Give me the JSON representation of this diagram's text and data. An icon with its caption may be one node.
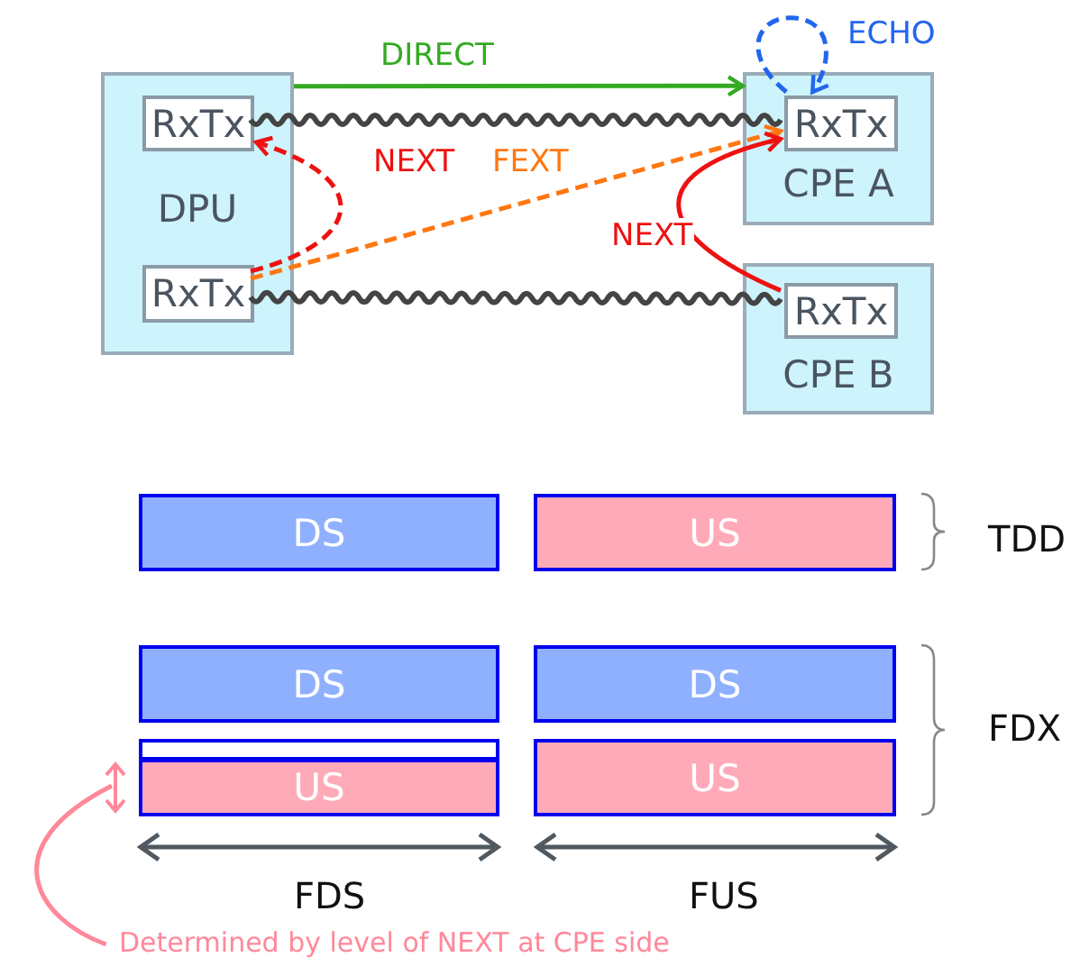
{
  "diagram": {
    "nodes": [
      {
        "text": [
          "DPU"
        ]
      },
      {
        "text": [
          "RxTx"
        ],
        "in": 0
      },
      {
        "text": [
          "RxTx"
        ],
        "in": 0
      },
      {
        "text": [
          "CPE A"
        ]
      },
      {
        "text": [
          "RxTx"
        ],
        "in": 3
      },
      {
        "text": [
          "CPE B"
        ]
      },
      {
        "text": [
          "RxTx"
        ],
        "in": 5
      },
      {
        "text": [
          "DS"
        ]
      },
      {
        "text": [
          "US"
        ]
      },
      {
        "text": [
          "DS"
        ]
      },
      {
        "text": [
          "DS"
        ]
      },
      {
        "text": [],
        "shape": "box"
      },
      {
        "text": [
          "US"
        ]
      },
      {
        "text": [
          "US"
        ]
      },
      {
        "text": [
          "Determined by level of NEXT at CPE side"
        ]
      }
    ],
    "edges": [
      {
        "from": 1,
        "to": 4,
        "arrow": "none",
        "color": "#444444"
      },
      {
        "from": 2,
        "to": 6,
        "arrow": "none",
        "color": "#444444"
      },
      {
        "from": 0,
        "to": 3,
        "label": "DIRECT",
        "arrow": "to",
        "color": "#33aa22"
      },
      {
        "from": 2,
        "to": 1,
        "label": "NEXT",
        "arrow": "to",
        "style": "dashed",
        "color": "#ee1111"
      },
      {
        "from": 2,
        "to": 4,
        "label": "FEXT",
        "arrow": "to",
        "style": "dashed",
        "color": "#ff7711"
      },
      {
        "from": 6,
        "to": 4,
        "label": "NEXT",
        "arrow": "to",
        "color": "#ee1111"
      },
      {
        "from": 4,
        "to": 4,
        "label": "ECHO",
        "arrow": "to",
        "style": "dashed",
        "color": "#2266ee"
      },
      {
        "from": 14,
        "to": null,
        "arrow": "none",
        "color": "#ff8899"
      }
    ],
    "labels": [
      "TDD",
      "FDX",
      "FDS",
      "FUS"
    ]
  }
}
